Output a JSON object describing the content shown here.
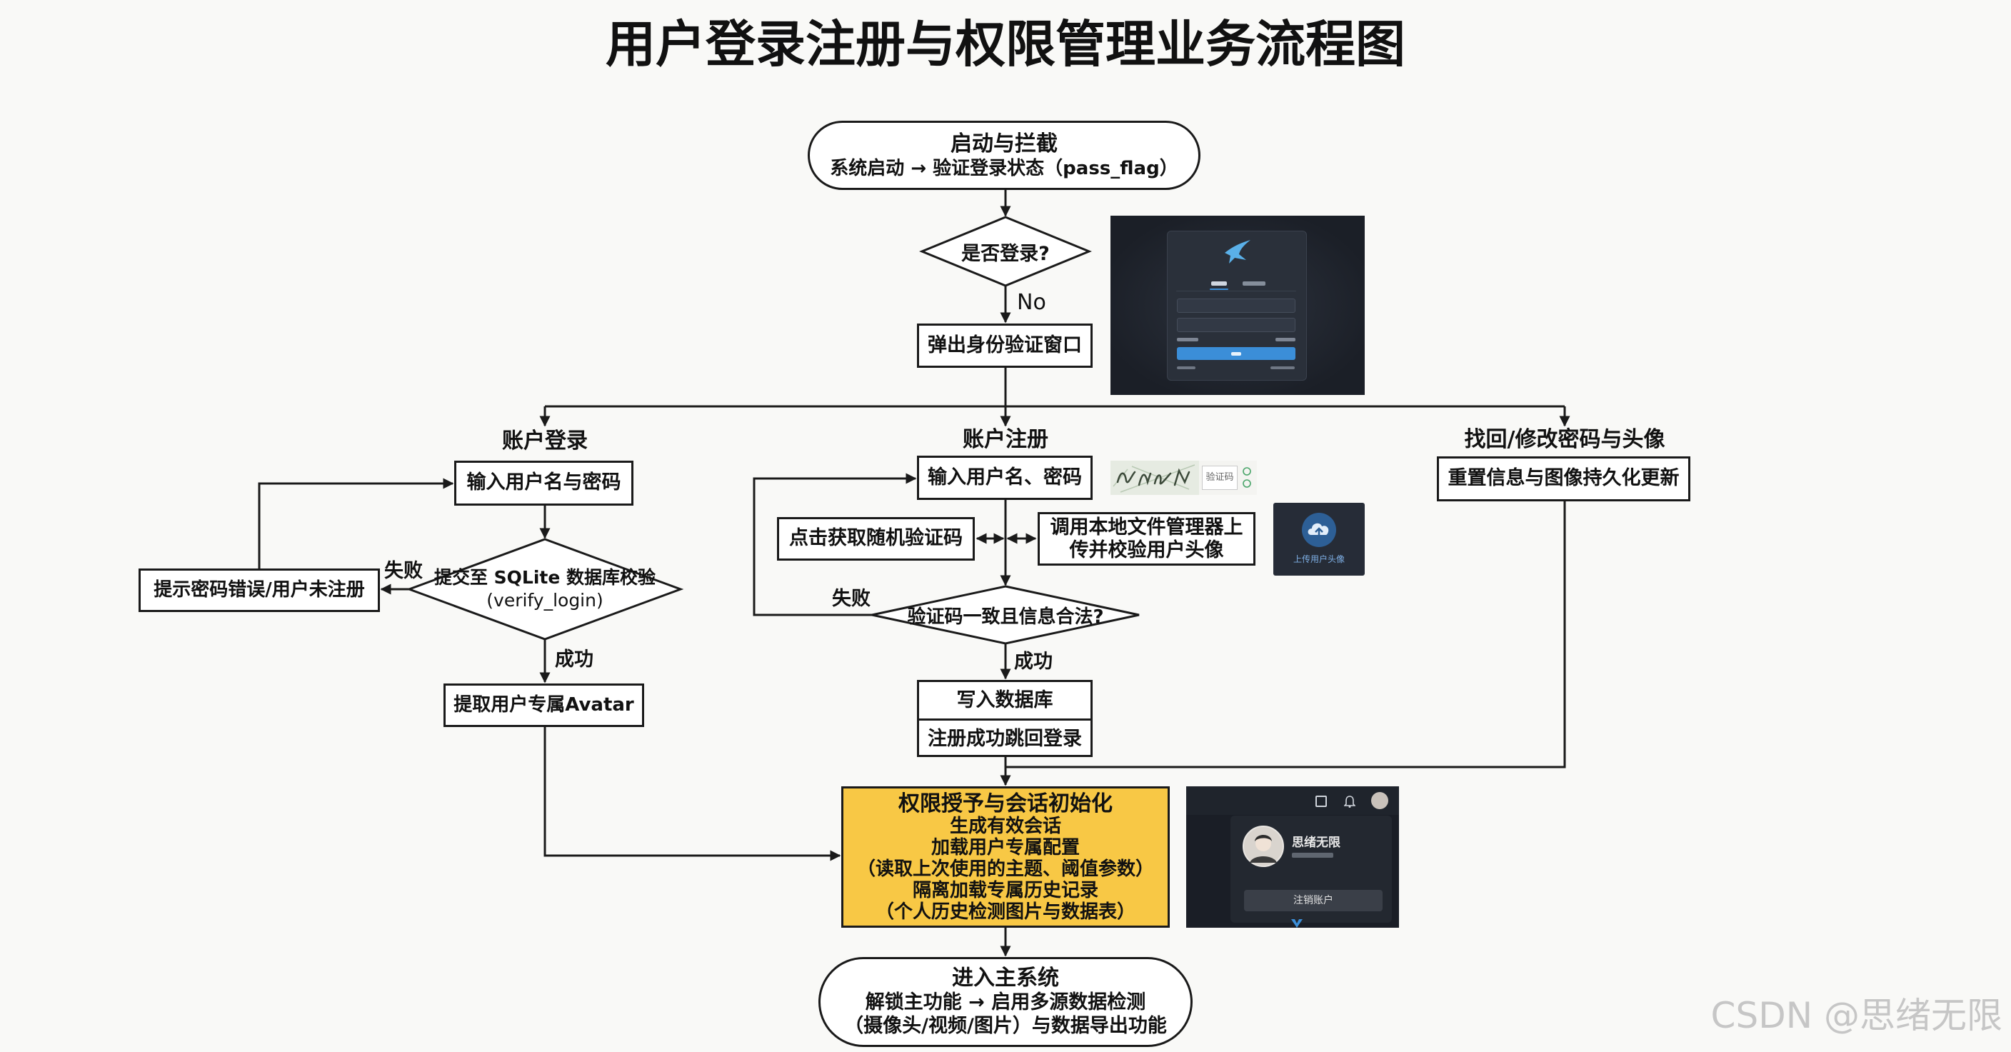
{
  "title": "用户登录注册与权限管理业务流程图",
  "start": {
    "title": "启动与拦截",
    "desc": "系统启动 → 验证登录状态（pass_flag）"
  },
  "decision_login": {
    "text": "是否登录?",
    "no_label": "No"
  },
  "popup_box": "弹出身份验证窗口",
  "branches": {
    "login": {
      "label": "账户登录",
      "input": "输入用户名与密码",
      "check_line1": "提交至 SQLite 数据库校验",
      "check_line2": "(verify_login)",
      "fail_label": "失败",
      "fail_box": "提示密码错误/用户未注册",
      "success_label": "成功",
      "avatar_box": "提取用户专属Avatar"
    },
    "register": {
      "label": "账户注册",
      "input": "输入用户名、密码",
      "captcha_box": "点击获取随机验证码",
      "upload_line1": "调用本地文件管理器上",
      "upload_line2": "传并校验用户头像",
      "check": "验证码一致且信息合法?",
      "fail_label": "失败",
      "success_label": "成功",
      "write_db": "写入数据库",
      "back_login": "注册成功跳回登录"
    },
    "reset": {
      "label": "找回/修改密码与头像",
      "box": "重置信息与图像持久化更新"
    }
  },
  "session": {
    "title": "权限授予与会话初始化",
    "lines": [
      "生成有效会话",
      "加载用户专属配置",
      "（读取上次使用的主题、阈值参数）",
      "隔离加载专属历史记录",
      "（个人历史检测图片与数据表）"
    ]
  },
  "end": {
    "title": "进入主系统",
    "line1": "解锁主功能 → 启用多源数据检测",
    "line2": "（摄像头/视频/图片）与数据导出功能"
  },
  "thumbnails": {
    "captcha_placeholder": "验证码",
    "upload_label": "上传用户头像",
    "profile_name": "思绪无限",
    "logout_button": "注销账户",
    "icons": [
      "bird-logo-icon",
      "refresh-icon",
      "cloud-upload-icon",
      "bell-icon",
      "avatar-icon"
    ]
  },
  "watermark": "CSDN @思绪无限",
  "colors": {
    "session_fill": "#f8c845",
    "line": "#1a1a1a",
    "thumb_dark": "#1f242c",
    "accent_blue": "#3b8ed8"
  }
}
